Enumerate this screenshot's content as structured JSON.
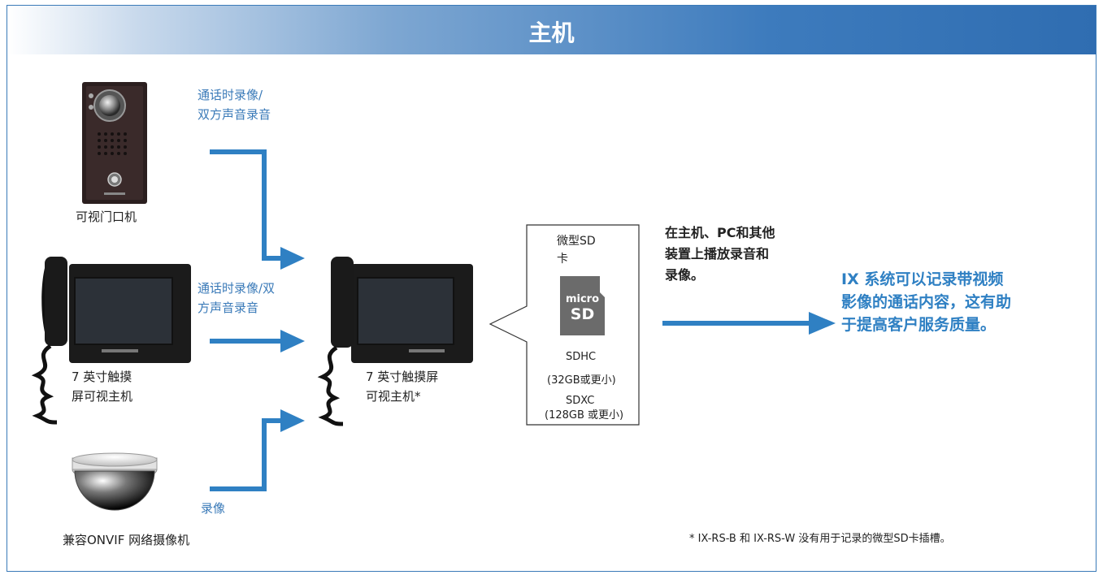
{
  "header": {
    "title": "主机"
  },
  "devices": {
    "door_station": "可视门口机",
    "master_station_left": [
      "7 英寸触摸",
      "屏可视主机"
    ],
    "master_station_center": [
      "7 英寸触摸屏",
      "可视主机*"
    ],
    "camera": "兼容ONVIF 网络摄像机"
  },
  "flows": {
    "door_record": [
      "通话时录像/",
      "双方声音录音"
    ],
    "master_record": [
      "通话时录像/双",
      "方声音录音"
    ],
    "camera_record": "录像"
  },
  "sd_card": {
    "title": [
      "微型SD",
      "卡"
    ],
    "icon_micro": "micro",
    "icon_sd": "SD",
    "sdhc": "SDHC",
    "sdhc_limit": "(32GB或更小)",
    "sdxc": "SDXC",
    "sdxc_limit": "(128GB 或更小)"
  },
  "playback": [
    "在主机、PC和其他",
    "装置上播放录音和",
    "录像。"
  ],
  "benefit": [
    "IX 系统可以记录带视频",
    "影像的通话内容，这有助",
    "于提高客户服务质量。"
  ],
  "footnote": "* IX-RS-B 和 IX-RS-W 没有用于记录的微型SD卡插槽。",
  "colors": {
    "accent": "#2f80c3",
    "header": "#3d7bbd"
  }
}
